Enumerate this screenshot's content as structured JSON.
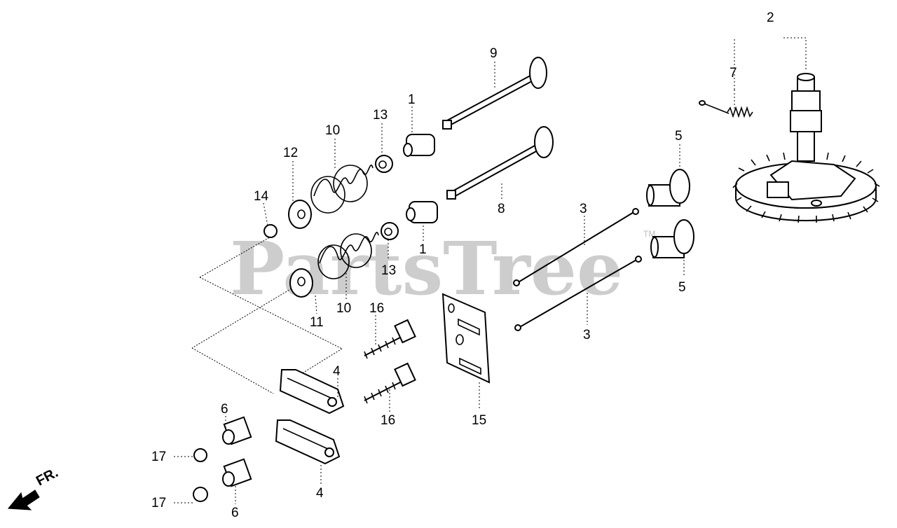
{
  "watermark": {
    "text": "PartsTree",
    "trademark": "TM"
  },
  "direction_indicator": {
    "label": "FR."
  },
  "callouts": {
    "c2": "2",
    "c7": "7",
    "c9": "9",
    "c13a": "13",
    "c1a": "1",
    "c10a": "10",
    "c12": "12",
    "c14": "14",
    "c5a": "5",
    "c8": "8",
    "c3a": "3",
    "c1b": "1",
    "c13b": "13",
    "c10b": "10",
    "c11": "11",
    "c5b": "5",
    "c3b": "3",
    "c16a": "16",
    "c4a": "4",
    "c6a": "6",
    "c16b": "16",
    "c15": "15",
    "c17a": "17",
    "c4b": "4",
    "c17b": "17",
    "c6b": "6"
  },
  "colors": {
    "line": "#000000",
    "background": "#ffffff",
    "watermark": "#bdbdbd"
  }
}
